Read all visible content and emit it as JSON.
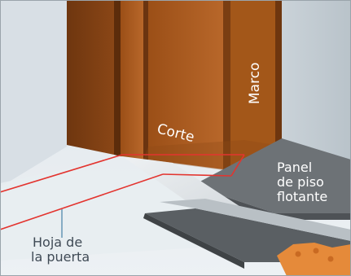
{
  "labels": {
    "corte": "Corte",
    "marco": "Marco",
    "panel_line1": "Panel",
    "panel_line2": "de piso",
    "panel_line3": "flotante",
    "hoja_line1": "Hoja de",
    "hoja_line2": "la puerta"
  },
  "colors": {
    "background": "#e6ebef",
    "wall": "#c3ccd3",
    "frame_front": "#a85a1e",
    "frame_side": "#7a3e12",
    "frame_dark": "#5c2c0b",
    "cut_line": "#e3342f",
    "panel_top": "#6b6f73",
    "panel_side": "#4e5256",
    "door_leaf": "#d9dde0",
    "saw_blade": "#e58a3a",
    "leader_line": "#5b8fb0"
  }
}
